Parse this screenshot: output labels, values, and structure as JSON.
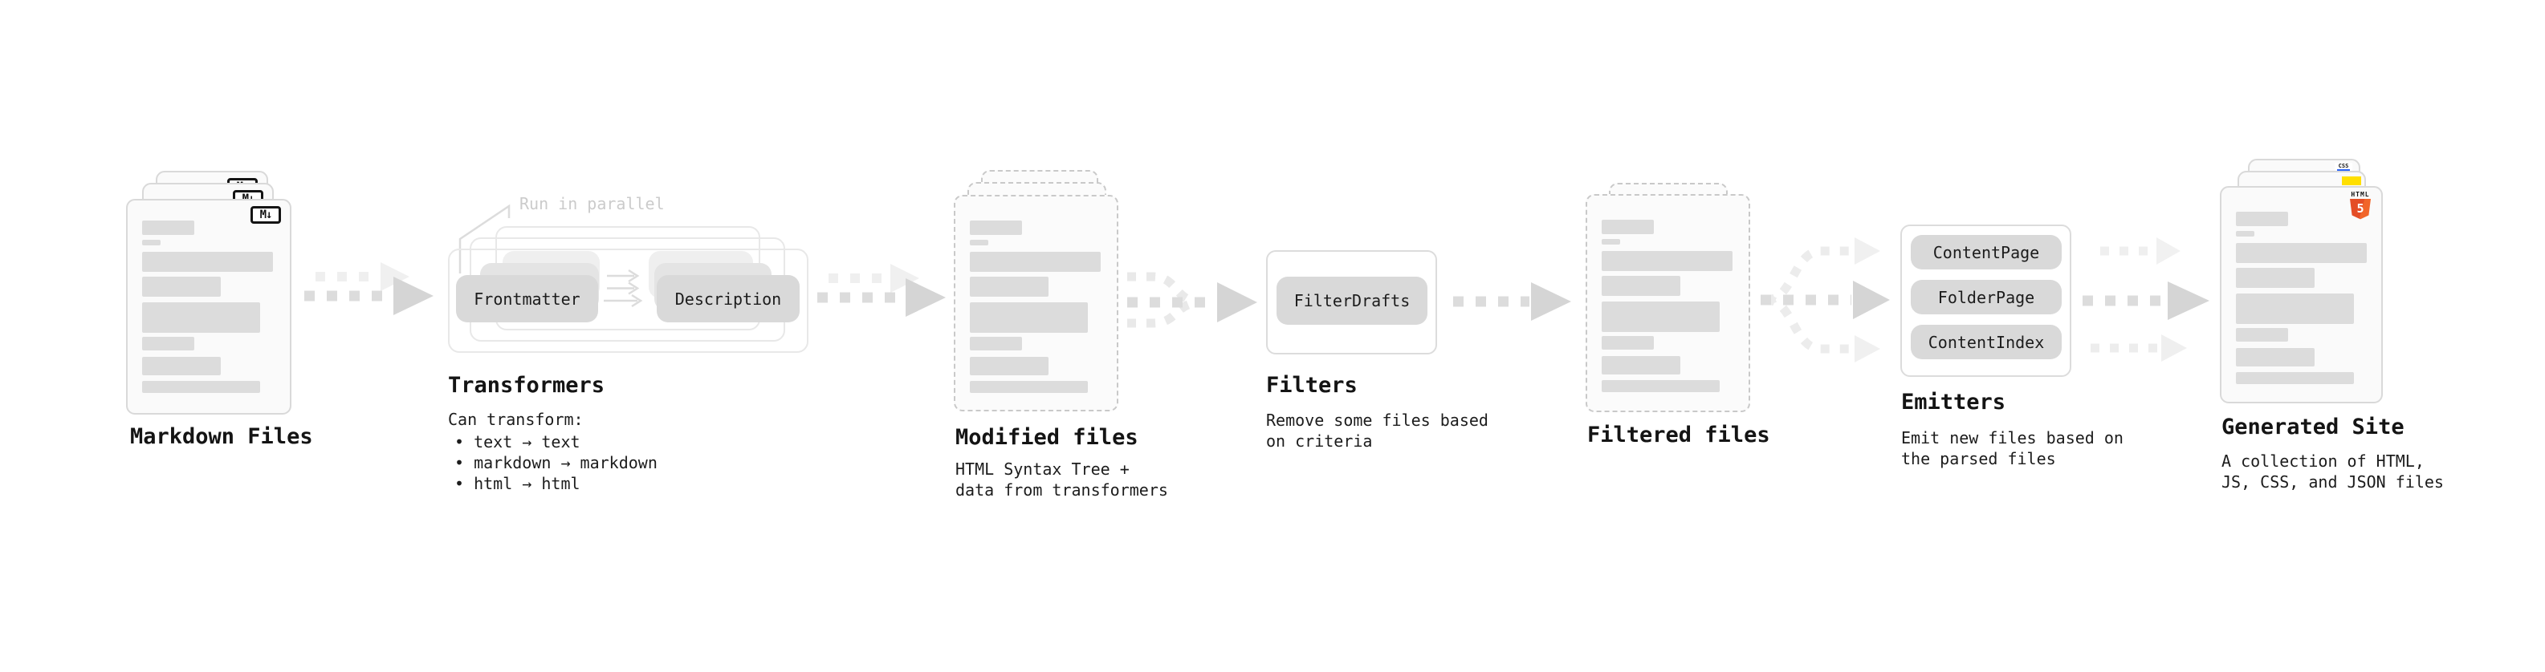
{
  "stages": {
    "markdown": {
      "title": "Markdown Files",
      "file_badge": "M↓"
    },
    "transformers": {
      "title": "Transformers",
      "parallel_note": "Run in parallel",
      "node_frontmatter": "Frontmatter",
      "node_description": "Description",
      "caption_heading": "Can transform:",
      "caption_bullets": "• text → text\n• markdown → markdown\n• html → html"
    },
    "modified": {
      "title": "Modified files",
      "caption": "HTML Syntax Tree +\ndata from transformers"
    },
    "filters": {
      "title": "Filters",
      "node_filterdrafts": "FilterDrafts",
      "caption": "Remove some files based\non criteria"
    },
    "filtered": {
      "title": "Filtered files"
    },
    "emitters": {
      "title": "Emitters",
      "node_contentpage": "ContentPage",
      "node_folderpage": "FolderPage",
      "node_contentindex": "ContentIndex",
      "caption": "Emit new files based on\nthe parsed files"
    },
    "generated": {
      "title": "Generated Site",
      "caption": "A collection of HTML,\nJS, CSS, and JSON files",
      "html5_badge_label": "HTML",
      "html5_badge_number": "5",
      "css_badge_label": "CSS"
    }
  },
  "colors": {
    "card_fill": "#fafafa",
    "card_border": "#d9d9d9",
    "dashed_border": "#c9c9c9",
    "bar_fill": "#dcdcdc",
    "node_fill": "#d9d9d9",
    "frame_border": "#e8e8e8",
    "arrow": "#dcdcdc",
    "arrow_head": "#d5d5d5",
    "arrow_light": "#eeeeee",
    "note_gray": "#cbcbcb",
    "html5_orange": "#e44d26",
    "js_yellow": "#ffdf00",
    "css_blue": "#2b63f6"
  }
}
